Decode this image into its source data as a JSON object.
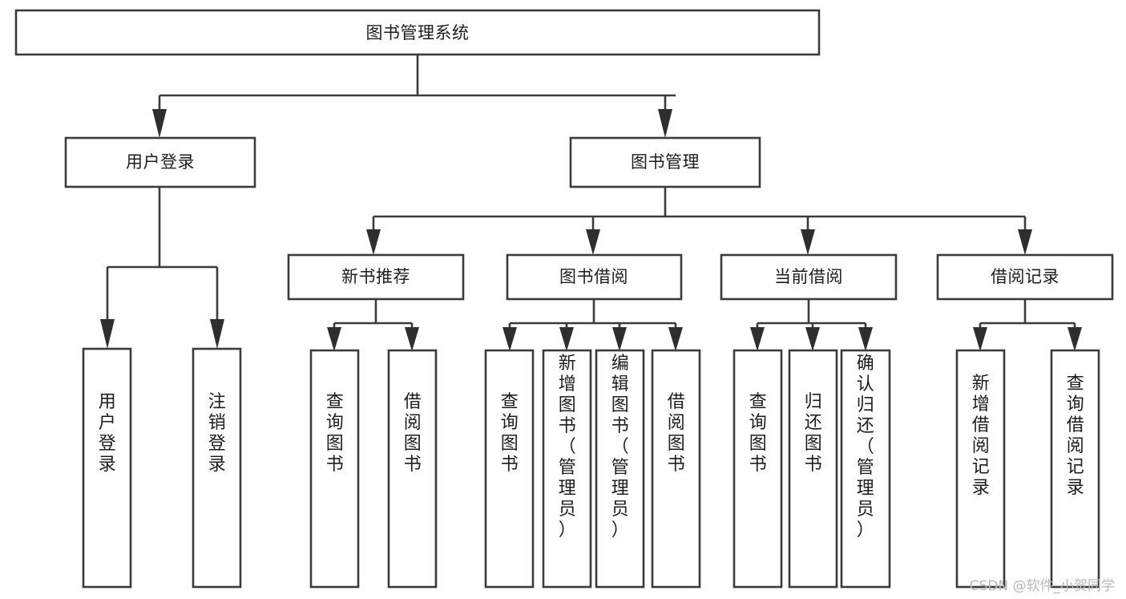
{
  "diagram": {
    "title": "图书管理系统",
    "type": "tree-hierarchy",
    "orientation": "top-down",
    "colors": {
      "box_stroke": "#3b3b3b",
      "box_fill": "#ffffff",
      "connector": "#3b3b3b",
      "text": "#1d1d1d",
      "background": "#ffffff",
      "watermark": "#b9b9b9"
    },
    "levels": {
      "level0": [
        "图书管理系统"
      ],
      "level1": [
        "用户登录",
        "图书管理"
      ],
      "level2": [
        "新书推荐",
        "图书借阅",
        "当前借阅",
        "借阅记录"
      ],
      "level3": [
        "用户登录",
        "注销登录",
        "查询图书",
        "借阅图书",
        "查询图书",
        "新增图书（管理员）",
        "编辑图书（管理员）",
        "借阅图书",
        "查询图书",
        "归还图书",
        "确认归还（管理员）",
        "新增借阅记录",
        "查询借阅记录"
      ]
    }
  },
  "nodes": {
    "root": {
      "label": "图书管理系统"
    },
    "user_login": {
      "label": "用户登录"
    },
    "book_manage": {
      "label": "图书管理"
    },
    "new_book_rec": {
      "label": "新书推荐"
    },
    "book_borrow": {
      "label": "图书借阅"
    },
    "current_borrow": {
      "label": "当前借阅"
    },
    "borrow_record": {
      "label": "借阅记录"
    },
    "leaf_user_login": {
      "label": "用户登录"
    },
    "leaf_logout": {
      "label": "注销登录"
    },
    "leaf_query_book_a": {
      "label": "查询图书"
    },
    "leaf_borrow_book_a": {
      "label": "借阅图书"
    },
    "leaf_query_book_b": {
      "label": "查询图书"
    },
    "leaf_add_book": {
      "label": "新增图书（管理员）"
    },
    "leaf_edit_book": {
      "label": "编辑图书（管理员）"
    },
    "leaf_borrow_book_b": {
      "label": "借阅图书"
    },
    "leaf_query_book_c": {
      "label": "查询图书"
    },
    "leaf_return_book": {
      "label": "归还图书"
    },
    "leaf_confirm_return": {
      "label": "确认归还（管理员）"
    },
    "leaf_add_record": {
      "label": "新增借阅记录"
    },
    "leaf_query_record": {
      "label": "查询借阅记录"
    }
  },
  "watermark": {
    "text": "CSDN @软件_小贺同学"
  }
}
